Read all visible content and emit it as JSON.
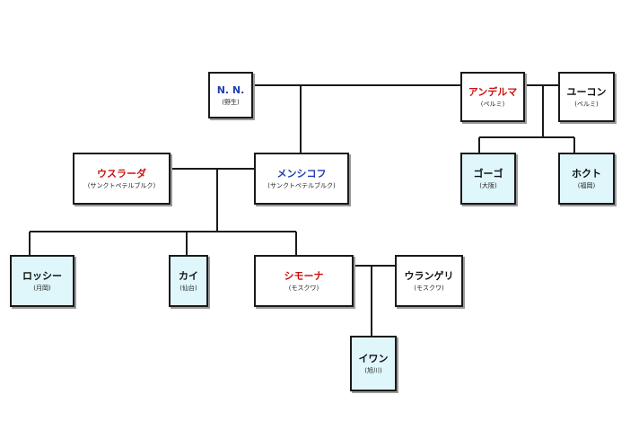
{
  "nodes": {
    "nn": {
      "name": "N. N.",
      "place": "(野生)",
      "color": "#1f3fb0"
    },
    "andelma": {
      "name": "アンデルマ",
      "place": "(ペルミ)",
      "color": "#cc1111"
    },
    "yukon": {
      "name": "ユーコン",
      "place": "(ペルミ)",
      "color": "#111111"
    },
    "usurada": {
      "name": "ウスラーダ",
      "place": "(サンクトペテルブルク)",
      "color": "#cc1111"
    },
    "menshikov": {
      "name": "メンシコフ",
      "place": "(サンクトペテルブルク)",
      "color": "#1f3fb0"
    },
    "gogo": {
      "name": "ゴーゴ",
      "place": "(大阪)",
      "color": "#111111"
    },
    "hokuto": {
      "name": "ホクト",
      "place": "(福岡)",
      "color": "#111111"
    },
    "rossi": {
      "name": "ロッシー",
      "place": "(月岡)",
      "color": "#111111"
    },
    "kai": {
      "name": "カイ",
      "place": "(仙台)",
      "color": "#111111"
    },
    "simona": {
      "name": "シモーナ",
      "place": "(モスクワ)",
      "color": "#cc1111"
    },
    "wrangel": {
      "name": "ウランゲリ",
      "place": "(モスクワ)",
      "color": "#111111"
    },
    "ivan": {
      "name": "イワン",
      "place": "(旭川)",
      "color": "#111111"
    }
  }
}
